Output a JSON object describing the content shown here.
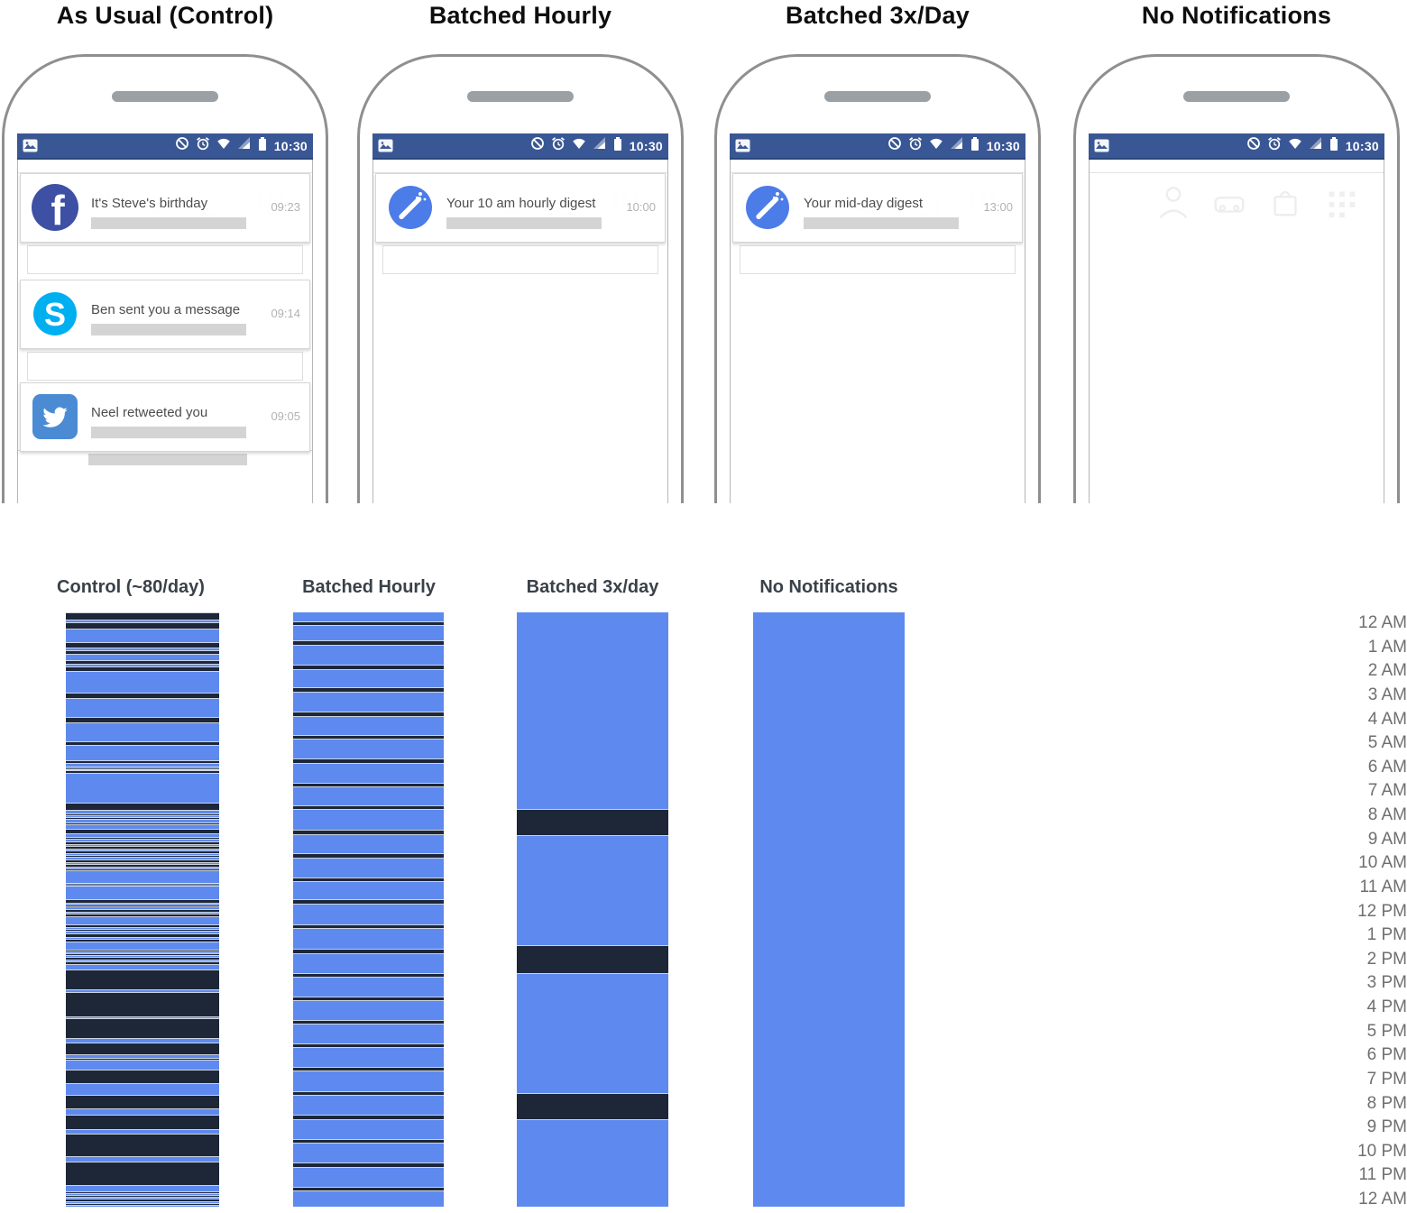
{
  "figure": {
    "phones": [
      {
        "title": "As Usual (Control)",
        "status_time": "10:30",
        "status_icons": [
          "image-icon",
          "do-not-disturb-icon",
          "alarm-clock-icon",
          "wifi-icon",
          "signal-icon",
          "battery-icon"
        ],
        "notifications": [
          {
            "icon": "facebook-icon",
            "title": "It's Steve's birthday",
            "time": "09:23"
          },
          {
            "icon": "skype-icon",
            "title": "Ben sent you a message",
            "time": "09:14"
          },
          {
            "icon": "twitter-icon",
            "title": "Neel retweeted you",
            "time": "09:05"
          }
        ],
        "partial_next_notification": true
      },
      {
        "title": "Batched Hourly",
        "status_time": "10:30",
        "status_icons": [
          "image-icon",
          "do-not-disturb-icon",
          "alarm-clock-icon",
          "wifi-icon",
          "signal-icon",
          "battery-icon"
        ],
        "notifications": [
          {
            "icon": "digest-icon",
            "title": "Your 10 am hourly digest",
            "time": "10:00"
          }
        ],
        "partial_next_notification": false
      },
      {
        "title": "Batched 3x/Day",
        "status_time": "10:30",
        "status_icons": [
          "image-icon",
          "do-not-disturb-icon",
          "alarm-clock-icon",
          "wifi-icon",
          "signal-icon",
          "battery-icon"
        ],
        "notifications": [
          {
            "icon": "digest-icon",
            "title": "Your mid-day digest",
            "time": "13:00"
          }
        ],
        "partial_next_notification": false
      },
      {
        "title": "No Notifications",
        "status_time": "10:30",
        "status_icons": [
          "image-icon",
          "do-not-disturb-icon",
          "alarm-clock-icon",
          "wifi-icon",
          "signal-icon",
          "battery-icon"
        ],
        "notifications": [],
        "partial_next_notification": false
      }
    ],
    "ghost_icons": [
      "person-ghost-icon",
      "car-ghost-icon",
      "bag-ghost-icon",
      "pattern-ghost-icon"
    ],
    "chart_data": {
      "type": "timeline-barcode",
      "description": "Notification delivery times over one day (12 AM to 12 AM) for each study condition; dark bands = notifications delivered, blue = no notifications",
      "y_axis_labels": [
        "12 AM",
        "1 AM",
        "2 AM",
        "3 AM",
        "4 AM",
        "5 AM",
        "6 AM",
        "7 AM",
        "8 AM",
        "9 AM",
        "10 AM",
        "11 AM",
        "12 PM",
        "1 PM",
        "2 PM",
        "3 PM",
        "4 PM",
        "5 PM",
        "6 PM",
        "7 PM",
        "8 PM",
        "9 PM",
        "10 PM",
        "11 PM",
        "12 AM"
      ],
      "time_range_hours": [
        0,
        24
      ],
      "colors": {
        "idle_blue": "#5E8AEF",
        "notification_navy": "#1D2737",
        "muted_gray": "#6E7B8F"
      },
      "columns": [
        {
          "label": "Control (~80/day)",
          "dark_segments_hours": [
            [
              0.0,
              0.33
            ],
            [
              0.4,
              0.69
            ],
            [
              1.21,
              1.47
            ],
            [
              1.54,
              1.72
            ],
            [
              1.93,
              2.12
            ],
            [
              2.17,
              2.4
            ],
            [
              3.24,
              3.51
            ],
            [
              4.22,
              4.47
            ],
            [
              5.2,
              5.4
            ],
            [
              5.96,
              6.13
            ],
            [
              6.38,
              6.53
            ],
            [
              7.7,
              8.01
            ],
            [
              8.12,
              8.2
            ],
            [
              8.27,
              8.38
            ],
            [
              8.49,
              8.6
            ],
            [
              8.74,
              8.97
            ],
            [
              9.07,
              9.18
            ],
            [
              9.25,
              9.4
            ],
            [
              9.43,
              9.58
            ],
            [
              9.62,
              9.76
            ],
            [
              9.8,
              9.91
            ],
            [
              9.98,
              10.12
            ],
            [
              10.16,
              10.31
            ],
            [
              10.34,
              10.45
            ],
            [
              11.58,
              11.76
            ],
            [
              11.8,
              11.91
            ],
            [
              11.98,
              12.13
            ],
            [
              12.16,
              12.31
            ],
            [
              12.6,
              12.74
            ],
            [
              12.78,
              12.89
            ],
            [
              12.96,
              13.15
            ],
            [
              13.18,
              13.33
            ],
            [
              13.62,
              13.73
            ],
            [
              13.76,
              13.87
            ],
            [
              13.91,
              14.05
            ],
            [
              14.09,
              14.24
            ],
            [
              14.42,
              15.26
            ],
            [
              15.33,
              16.35
            ],
            [
              16.4,
              17.22
            ],
            [
              17.37,
              17.88
            ],
            [
              17.99,
              18.1
            ],
            [
              18.46,
              19.04
            ],
            [
              19.48,
              20.07
            ],
            [
              20.28,
              20.9
            ],
            [
              21.05,
              22.0
            ],
            [
              22.18,
              23.16
            ],
            [
              23.38,
              23.45
            ],
            [
              23.52,
              23.6
            ],
            [
              23.67,
              23.81
            ],
            [
              23.85,
              23.96
            ]
          ],
          "muted_segments_hours": [
            [
              6.23,
              6.37
            ],
            [
              10.93,
              11.07
            ]
          ]
        },
        {
          "label": "Batched Hourly",
          "dark_segments_hours": [
            [
              0.35,
              0.55
            ],
            [
              1.14,
              1.34
            ],
            [
              2.12,
              2.32
            ],
            [
              3.03,
              3.23
            ],
            [
              4.01,
              4.21
            ],
            [
              4.95,
              5.15
            ],
            [
              5.9,
              6.1
            ],
            [
              6.87,
              7.07
            ],
            [
              7.78,
              7.98
            ],
            [
              8.79,
              8.99
            ],
            [
              9.74,
              9.94
            ],
            [
              10.7,
              10.9
            ],
            [
              11.59,
              11.79
            ],
            [
              12.59,
              12.79
            ],
            [
              13.6,
              13.8
            ],
            [
              14.55,
              14.75
            ],
            [
              15.5,
              15.7
            ],
            [
              16.45,
              16.65
            ],
            [
              17.4,
              17.6
            ],
            [
              18.35,
              18.55
            ],
            [
              19.33,
              19.53
            ],
            [
              20.3,
              20.5
            ],
            [
              21.25,
              21.45
            ],
            [
              22.22,
              22.42
            ],
            [
              23.19,
              23.39
            ]
          ],
          "muted_segments_hours": []
        },
        {
          "label": "Batched 3x/day",
          "dark_segments_hours": [
            [
              7.94,
              9.03
            ],
            [
              13.44,
              14.6
            ],
            [
              19.4,
              20.49
            ]
          ],
          "muted_segments_hours": []
        },
        {
          "label": "No Notifications",
          "dark_segments_hours": [],
          "muted_segments_hours": []
        }
      ]
    }
  }
}
